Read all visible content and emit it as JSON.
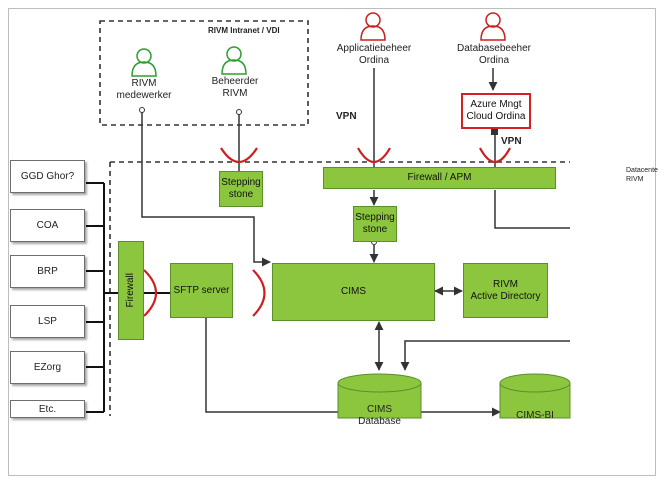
{
  "groups": {
    "intranet": "RIVM Intranet / VDI",
    "datacenter": "Datacente\nRIVM"
  },
  "actors": {
    "medewerker": "RIVM\nmedewerker",
    "beheerder": "Beheerder\nRIVM",
    "applicatiebeheer": "Applicatiebeheer\nOrdina",
    "databasebeheer": "Databasebeeher\nOrdina"
  },
  "nodes": {
    "azure": "Azure Mngt\nCloud Ordina",
    "stepping1": "Stepping\nstone",
    "stepping2": "Stepping\nstone",
    "firewall_apm": "Firewall / APM",
    "firewall": "Firewall",
    "sftp": "SFTP server",
    "cims": "CIMS",
    "active_directory": "RIVM\nActive Directory",
    "cims_database": "CIMS\nDatabase",
    "cims_bi": "CIMS-BI"
  },
  "labels": {
    "vpn1": "VPN",
    "vpn2": "VPN"
  },
  "sources": [
    "GGD Ghor?",
    "COA",
    "BRP",
    "LSP",
    "EZorg",
    "Etc."
  ],
  "colors": {
    "green": "#8cc63f",
    "red_arc": "#cc1f1f",
    "azure_border": "#d42020",
    "person_outline": "#2e9e2e"
  }
}
